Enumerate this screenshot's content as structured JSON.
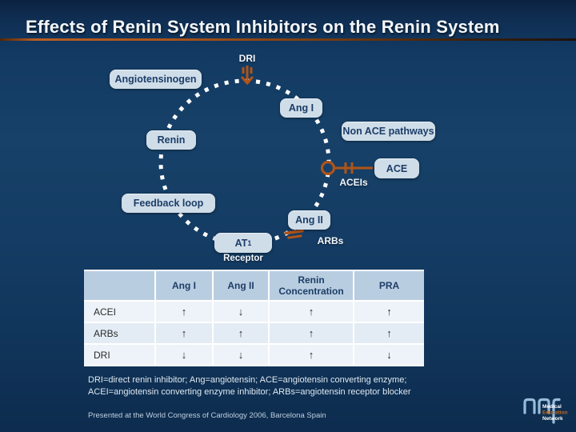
{
  "title": "Effects of Renin System Inhibitors on the Renin System",
  "diagram": {
    "nodes": {
      "angiotensinogen": "Angiotensinogen",
      "ang_i": "Ang I",
      "non_ace_pathways": "Non ACE pathways",
      "renin": "Renin",
      "ace": "ACE",
      "feedback_loop": "Feedback loop",
      "ang_ii": "Ang II",
      "at1": "AT",
      "at1_sub": "1",
      "receptor": "Receptor"
    },
    "labels": {
      "dri": "DRI",
      "aceis": "ACEIs",
      "arbs": "ARBs"
    },
    "colors": {
      "inhibitor_orange": "#b05418",
      "dashed_circle": "#ffffff",
      "node_bg": "#cfdde9",
      "node_text": "#1c3d68",
      "background_navy": "#123a63"
    }
  },
  "table": {
    "headers": [
      "",
      "Ang I",
      "Ang II",
      "Renin Concentration",
      "PRA"
    ],
    "rows": [
      {
        "label": "ACEI",
        "cells": [
          "↑",
          "↓",
          "↑",
          "↑"
        ]
      },
      {
        "label": "ARBs",
        "cells": [
          "↑",
          "↑",
          "↑",
          "↑"
        ]
      },
      {
        "label": "DRI",
        "cells": [
          "↓",
          "↓",
          "↑",
          "↓"
        ]
      }
    ]
  },
  "footnote_line1": "DRI=direct renin inhibitor; Ang=angiotensin; ACE=angiotensin converting enzyme;",
  "footnote_line2": "ACEI=angiotensin converting enzyme inhibitor; ARBs=angiotensin receptor blocker",
  "presented": "Presented at the World Congress of Cardiology 2006, Barcelona Spain",
  "logo": {
    "line1": "Medical",
    "line2": "Education",
    "line3": "Network"
  }
}
